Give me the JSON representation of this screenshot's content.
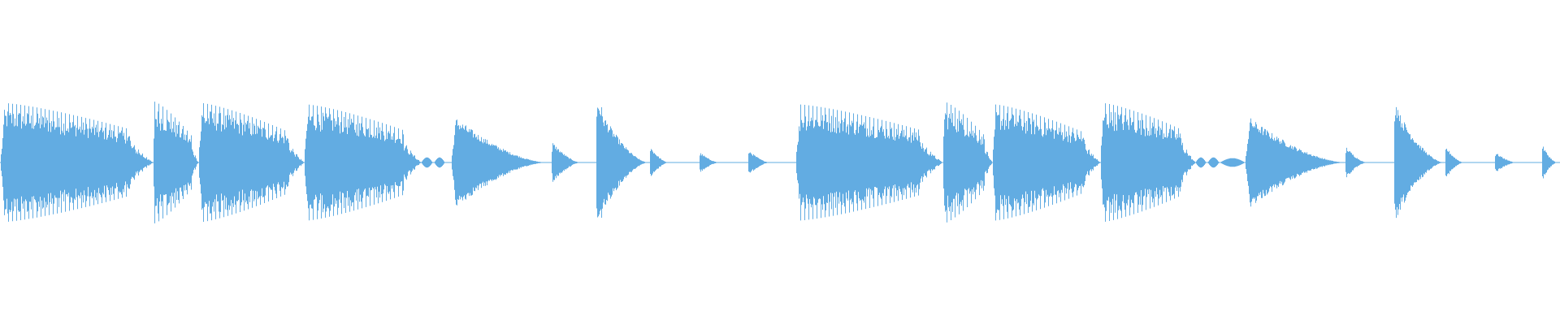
{
  "waveform": {
    "color": "#62ACE2",
    "background": "#FFFFFF",
    "channels": 1,
    "sounds": [
      {
        "start": 0.0,
        "end": 0.098,
        "kind": "roll",
        "amp": 0.82,
        "decay": 0.55,
        "tail": 0.03
      },
      {
        "start": 0.098,
        "end": 0.127,
        "kind": "roll",
        "amp": 0.84,
        "decay": 0.7,
        "tail": 0.02
      },
      {
        "start": 0.127,
        "end": 0.195,
        "kind": "roll",
        "amp": 0.82,
        "decay": 0.6,
        "tail": 0.02
      },
      {
        "start": 0.195,
        "end": 0.27,
        "kind": "roll",
        "amp": 0.8,
        "decay": 0.55,
        "tail": 0.05
      },
      {
        "start": 0.27,
        "end": 0.277,
        "kind": "blip",
        "amp": 0.07
      },
      {
        "start": 0.278,
        "end": 0.285,
        "kind": "blip",
        "amp": 0.07
      },
      {
        "start": 0.286,
        "end": 0.282,
        "kind": "none",
        "amp": 0.0
      },
      {
        "start": 0.289,
        "end": 0.35,
        "kind": "thump",
        "amp": 0.62,
        "decay": 0.9
      },
      {
        "start": 0.353,
        "end": 0.372,
        "kind": "thump",
        "amp": 0.28,
        "decay": 0.9
      },
      {
        "start": 0.382,
        "end": 0.415,
        "kind": "thump",
        "amp": 0.82,
        "decay": 1.0,
        "sharp": true
      },
      {
        "start": 0.416,
        "end": 0.428,
        "kind": "thump",
        "amp": 0.22,
        "decay": 0.9
      },
      {
        "start": 0.448,
        "end": 0.461,
        "kind": "thump",
        "amp": 0.14,
        "decay": 0.9
      },
      {
        "start": 0.479,
        "end": 0.493,
        "kind": "thump",
        "amp": 0.17,
        "decay": 0.9
      },
      {
        "start": 0.51,
        "end": 0.604,
        "kind": "roll",
        "amp": 0.8,
        "decay": 0.55,
        "tail": 0.03
      },
      {
        "start": 0.604,
        "end": 0.636,
        "kind": "roll",
        "amp": 0.84,
        "decay": 0.7,
        "tail": 0.02
      },
      {
        "start": 0.636,
        "end": 0.705,
        "kind": "roll",
        "amp": 0.8,
        "decay": 0.6,
        "tail": 0.02
      },
      {
        "start": 0.705,
        "end": 0.766,
        "kind": "roll",
        "amp": 0.82,
        "decay": 0.55,
        "tail": 0.05
      },
      {
        "start": 0.766,
        "end": 0.773,
        "kind": "blip",
        "amp": 0.07
      },
      {
        "start": 0.774,
        "end": 0.781,
        "kind": "blip",
        "amp": 0.07
      },
      {
        "start": 0.782,
        "end": 0.798,
        "kind": "blip",
        "amp": 0.06
      },
      {
        "start": 0.798,
        "end": 0.862,
        "kind": "thump",
        "amp": 0.62,
        "decay": 0.9
      },
      {
        "start": 0.862,
        "end": 0.876,
        "kind": "thump",
        "amp": 0.22,
        "decay": 0.9
      },
      {
        "start": 0.893,
        "end": 0.925,
        "kind": "thump",
        "amp": 0.8,
        "decay": 1.0,
        "sharp": true
      },
      {
        "start": 0.926,
        "end": 0.938,
        "kind": "thump",
        "amp": 0.22,
        "decay": 0.9
      },
      {
        "start": 0.958,
        "end": 0.972,
        "kind": "thump",
        "amp": 0.14,
        "decay": 0.9
      },
      {
        "start": 0.988,
        "end": 0.998,
        "kind": "thump",
        "amp": 0.24,
        "decay": 0.9
      }
    ]
  }
}
